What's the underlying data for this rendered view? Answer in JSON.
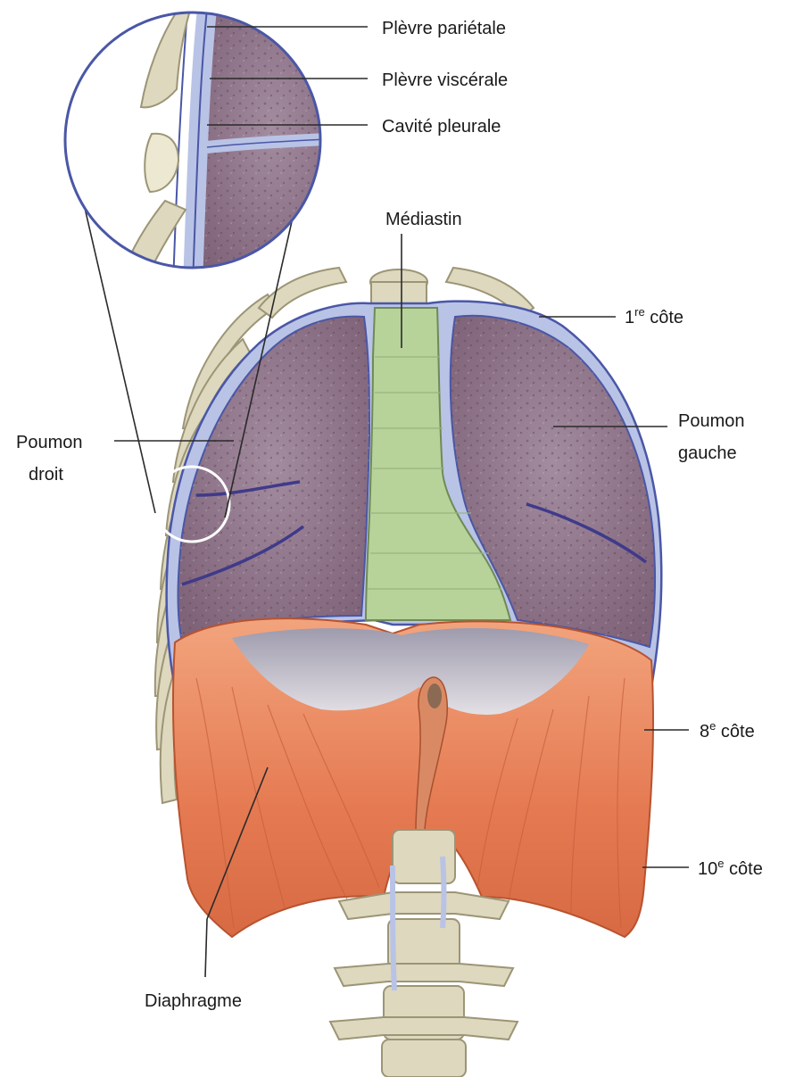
{
  "labels": {
    "plevre_parietale": "Plèvre pariétale",
    "plevre_viscerale": "Plèvre viscérale",
    "cavite_pleurale": "Cavité pleurale",
    "mediastin": "Médiastin",
    "cote_1": "1",
    "cote_1_sup": "re",
    "cote_1_word": " côte",
    "poumon_gauche_1": "Poumon",
    "poumon_gauche_2": "gauche",
    "poumon_droit_1": "Poumon",
    "poumon_droit_2": "droit",
    "cote_8": "8",
    "cote_8_sup": "e",
    "cote_8_word": " côte",
    "cote_10": "10",
    "cote_10_sup": "e",
    "cote_10_word": " côte",
    "diaphragme": "Diaphragme"
  },
  "colors": {
    "lung": "#8a6f85",
    "lung_light": "#a48ea0",
    "pleura": "#b9c3e6",
    "pleura_line": "#4a57a6",
    "mediastinum": "#b7d39a",
    "bone": "#ddd8be",
    "bone_dark": "#a8a184",
    "diaphragm": "#e67c55",
    "diaphragm_dark": "#c95a37",
    "tendon": "#c9cad6"
  }
}
